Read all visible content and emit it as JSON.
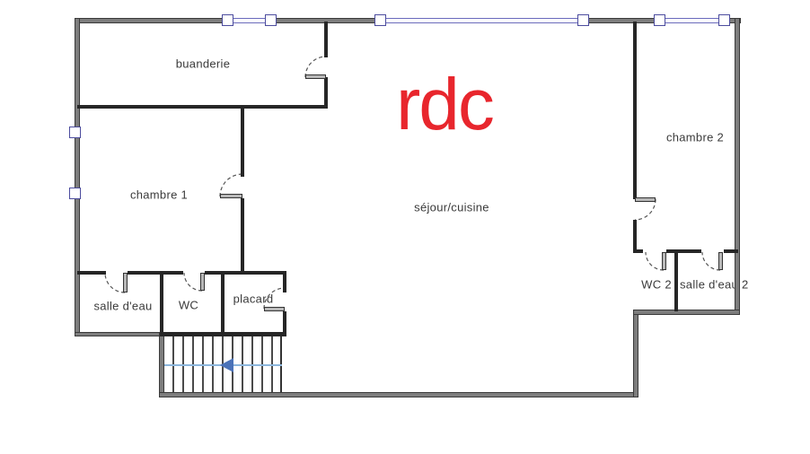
{
  "floor_plan": {
    "title": "rdc",
    "rooms": [
      {
        "id": "buanderie",
        "label": "buanderie"
      },
      {
        "id": "chambre-1",
        "label": "chambre 1"
      },
      {
        "id": "sejour-cuisine",
        "label": "séjour/cuisine"
      },
      {
        "id": "chambre-2",
        "label": "chambre 2"
      },
      {
        "id": "salle-deau",
        "label": "salle d'eau"
      },
      {
        "id": "wc",
        "label": "WC"
      },
      {
        "id": "placard",
        "label": "placard"
      },
      {
        "id": "wc-2",
        "label": "WC 2"
      },
      {
        "id": "salle-deau-2",
        "label": "salle d'eau 2"
      }
    ],
    "stairs": {
      "direction": "left",
      "treads": 12
    },
    "colors": {
      "title_red": "#e8262d",
      "wall_dark": "#3a3a3a",
      "window_frame_blue": "#4c4c9e",
      "window_glass_blue": "#6a6abc",
      "stair_guide_blue": "#8cb6dc",
      "stair_arrow_blue": "#4a72b8",
      "label_gray": "#3a3a3a"
    }
  }
}
